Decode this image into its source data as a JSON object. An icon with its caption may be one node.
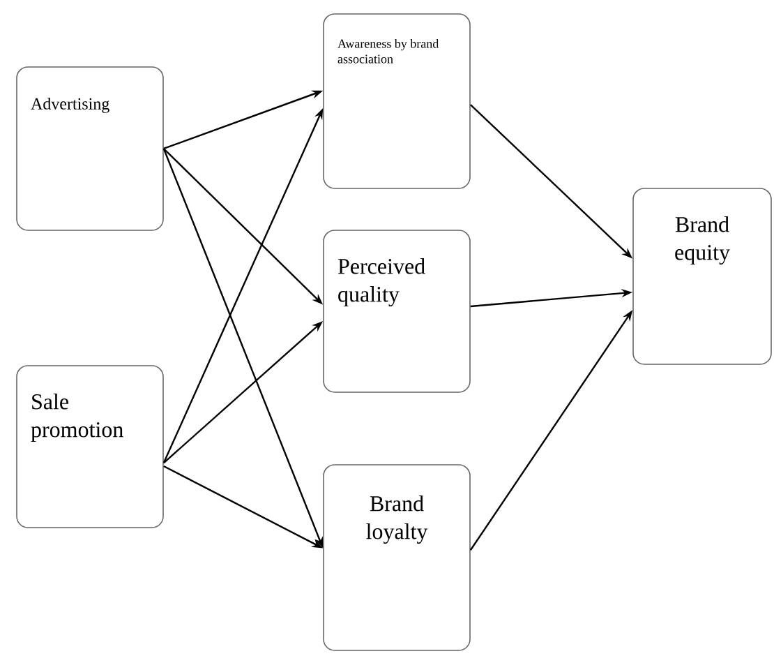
{
  "diagram": {
    "nodes": [
      {
        "text": [
          "Advertising"
        ]
      },
      {
        "text": [
          "Sale promotion"
        ]
      },
      {
        "text": [
          "Awareness by brand association"
        ]
      },
      {
        "text": [
          "Perceived quality"
        ]
      },
      {
        "text": [
          "Brand loyalty"
        ]
      },
      {
        "text": [
          "Brand equity"
        ]
      }
    ],
    "edges": [
      {
        "from": 0,
        "to": 2,
        "arrow": "to"
      },
      {
        "from": 0,
        "to": 3,
        "arrow": "to"
      },
      {
        "from": 0,
        "to": 4,
        "arrow": "to"
      },
      {
        "from": 1,
        "to": 2,
        "arrow": "to"
      },
      {
        "from": 1,
        "to": 3,
        "arrow": "to"
      },
      {
        "from": 1,
        "to": 4,
        "arrow": "to"
      },
      {
        "from": 2,
        "to": 5,
        "arrow": "to"
      },
      {
        "from": 3,
        "to": 5,
        "arrow": "to"
      },
      {
        "from": 4,
        "to": 5,
        "arrow": "to"
      }
    ]
  }
}
